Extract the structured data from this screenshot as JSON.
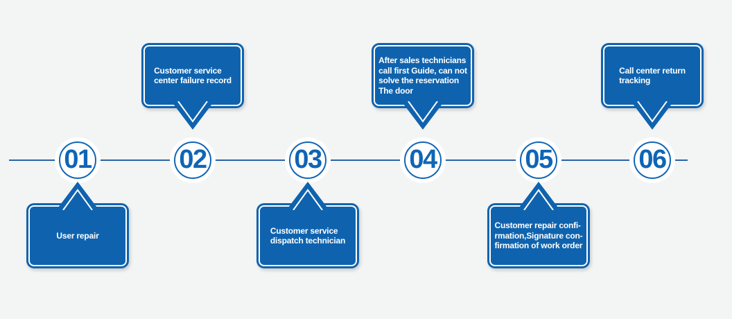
{
  "colors": {
    "bubble_blue": "#0f63ae",
    "accent_blue": "#1065b4",
    "line_blue": "#2a62a5",
    "text_white": "#ffffff",
    "background_gray": "#f3f4f4"
  },
  "timeline": {
    "steps": [
      {
        "number": "01",
        "position": "below",
        "label_lines": [
          "User repair"
        ]
      },
      {
        "number": "02",
        "position": "above",
        "label_lines": [
          "Customer service",
          "center failure record"
        ]
      },
      {
        "number": "03",
        "position": "below",
        "label_lines": [
          "Customer service",
          "dispatch technician"
        ]
      },
      {
        "number": "04",
        "position": "above",
        "label_lines": [
          "After sales technicians",
          "call first Guide, can not",
          "solve the reservation",
          "The door"
        ]
      },
      {
        "number": "05",
        "position": "below",
        "label_lines": [
          "Customer repair confi-",
          "rmation,Signature con-",
          "firmation of work order"
        ]
      },
      {
        "number": "06",
        "position": "above",
        "label_lines": [
          "Call center return",
          "tracking"
        ]
      }
    ]
  }
}
